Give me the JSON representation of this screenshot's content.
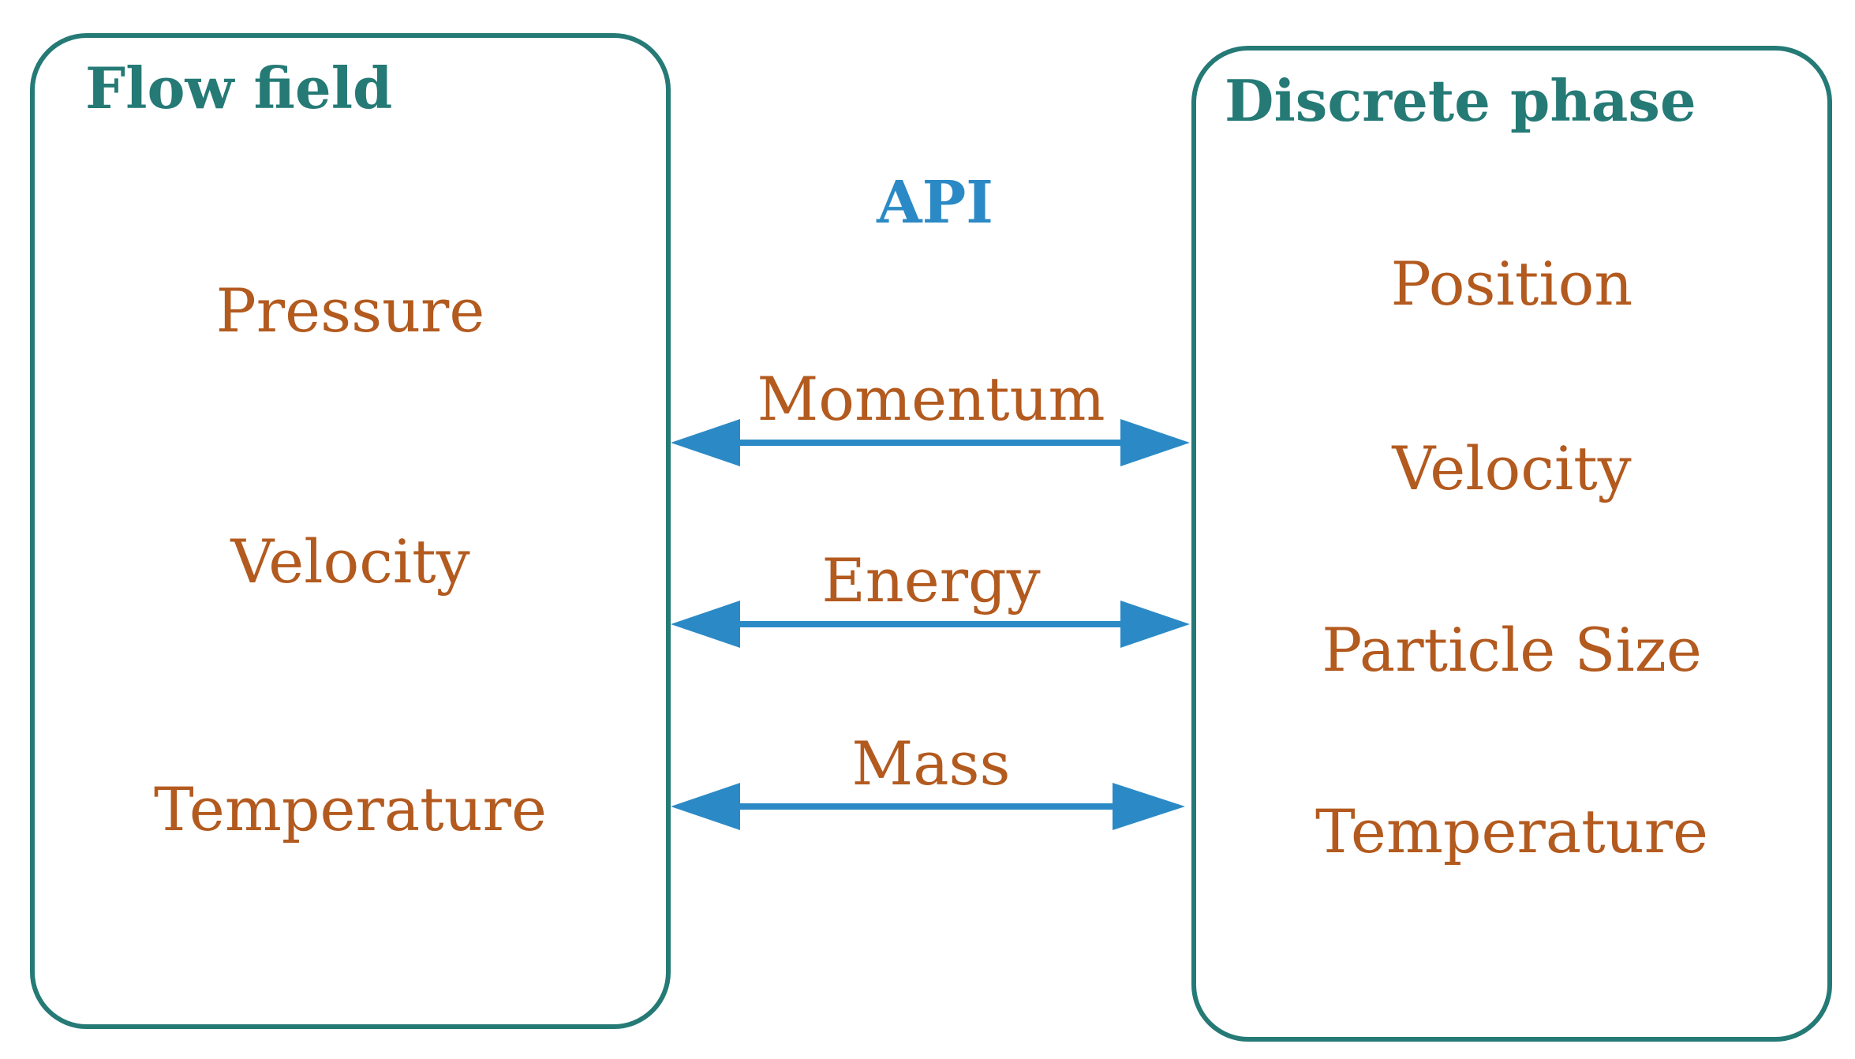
{
  "flow_field": {
    "title": "Flow field",
    "properties": [
      "Pressure",
      "Velocity",
      "Temperature"
    ]
  },
  "discrete_phase": {
    "title": "Discrete phase",
    "properties": [
      "Position",
      "Velocity",
      "Particle Size",
      "Temperature"
    ]
  },
  "interface": {
    "label": "API",
    "exchanges": [
      "Momentum",
      "Energy",
      "Mass"
    ]
  },
  "colors": {
    "panel_border": "#257a76",
    "title_text": "#257a76",
    "property_text": "#b35a1f",
    "api_text": "#2b8ac6",
    "arrow": "#2b8ac6"
  },
  "icons": {
    "arrows": "double-headed-arrow"
  }
}
